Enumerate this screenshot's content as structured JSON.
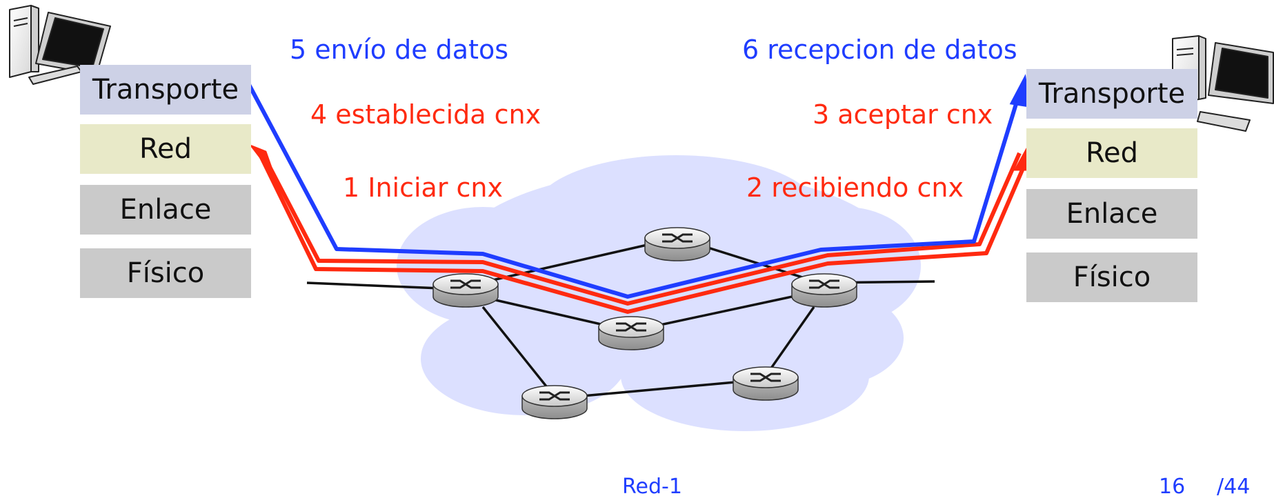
{
  "colors": {
    "blue": "#1f3dff",
    "red": "#ff2a10",
    "cloud": "#dce0ff",
    "transport_fill": "#cdd1e6",
    "network_fill": "#e8e9c8",
    "link_fill": "#cacaca",
    "physical_fill": "#cacaca"
  },
  "left_stack": {
    "icon": "desktop-computer-icon",
    "layers": [
      "Transporte",
      "Red",
      "Enlace",
      "Físico"
    ]
  },
  "right_stack": {
    "icon": "desktop-computer-icon",
    "layers": [
      "Transporte",
      "Red",
      "Enlace",
      "Físico"
    ]
  },
  "steps": {
    "s1": "1 Iniciar cnx",
    "s2": "2 recibiendo cnx",
    "s3": "3 aceptar cnx",
    "s4": "4 establecida cnx",
    "s5": "5 envío de datos",
    "s6": "6 recepcion de datos"
  },
  "network": {
    "router_icon": "router-icon",
    "router_count": 6
  },
  "footer": {
    "title": "Red-1",
    "page_current": "16",
    "page_total": "/44"
  }
}
